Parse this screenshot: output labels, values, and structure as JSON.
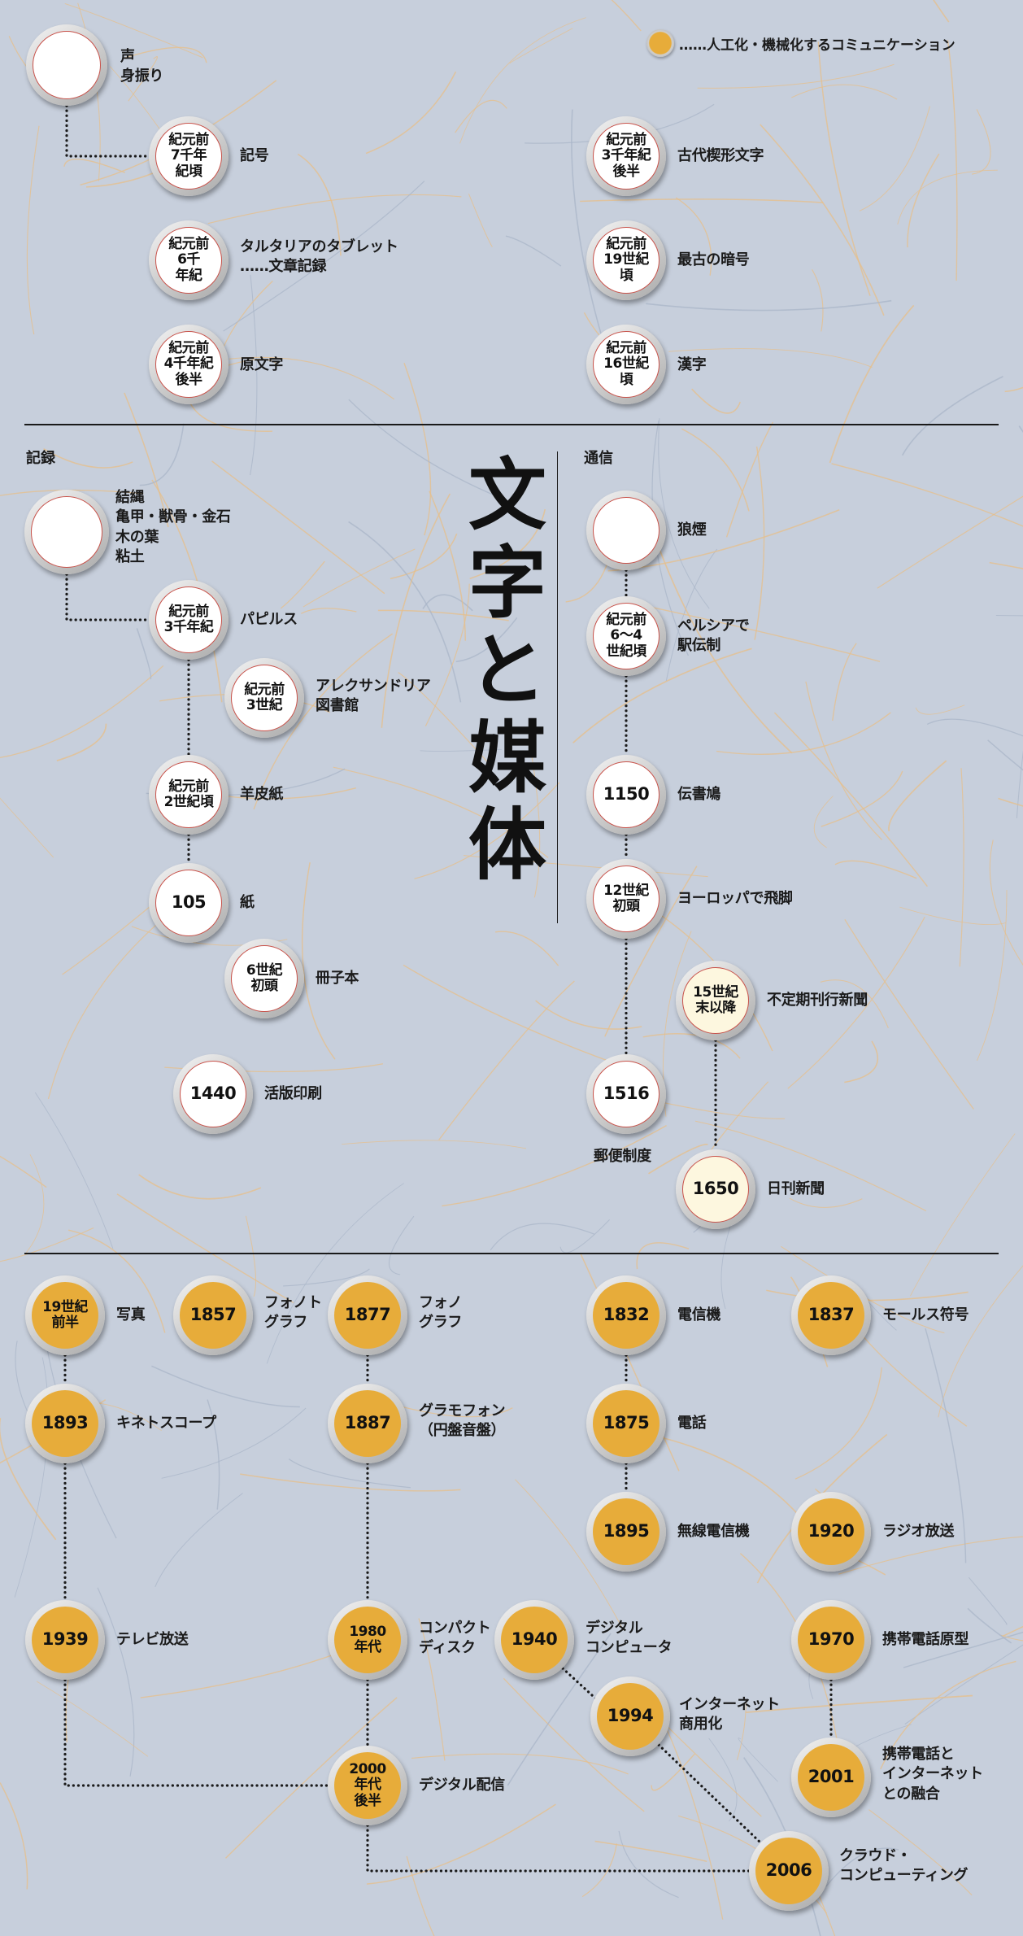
{
  "title": "文字と媒体",
  "legend": {
    "text": "……人工化・機械化するコミュニケーション",
    "color": "#e7ac3a"
  },
  "sections": {
    "record": "記録",
    "communication": "通信"
  },
  "colors": {
    "background": "#c7cfdc",
    "accent": "#e7ac3a",
    "node_white": "#ffffff",
    "node_cream": "#fdf7df",
    "ring_outline": "#c8524a"
  },
  "nodes": [
    {
      "id": "voice",
      "text": "",
      "label": "声\n身振り",
      "style": "white"
    },
    {
      "id": "kigou",
      "text": "紀元前\n7千年\n紀頃",
      "label": "記号",
      "style": "white"
    },
    {
      "id": "tartaria",
      "text": "紀元前\n6千\n年紀",
      "label": "タルタリアのタブレット\n……文章記録",
      "style": "white"
    },
    {
      "id": "genmoji",
      "text": "紀元前\n4千年紀\n後半",
      "label": "原文字",
      "style": "white"
    },
    {
      "id": "cuneiform",
      "text": "紀元前\n3千年紀\n後半",
      "label": "古代楔形文字",
      "style": "white"
    },
    {
      "id": "cipher",
      "text": "紀元前\n19世紀\n頃",
      "label": "最古の暗号",
      "style": "white"
    },
    {
      "id": "kanji",
      "text": "紀元前\n16世紀\n頃",
      "label": "漢字",
      "style": "white"
    },
    {
      "id": "knots",
      "text": "",
      "label": "結縄\n亀甲・獣骨・金石\n木の葉\n粘土",
      "style": "white"
    },
    {
      "id": "papyrus",
      "text": "紀元前\n3千年紀",
      "label": "パピルス",
      "style": "white"
    },
    {
      "id": "alexandria",
      "text": "紀元前\n3世紀",
      "label": "アレクサンドリア\n図書館",
      "style": "white"
    },
    {
      "id": "parchment",
      "text": "紀元前\n2世紀頃",
      "label": "羊皮紙",
      "style": "white"
    },
    {
      "id": "paper",
      "text": "105",
      "label": "紙",
      "style": "white"
    },
    {
      "id": "codex",
      "text": "6世紀\n初頭",
      "label": "冊子本",
      "style": "white"
    },
    {
      "id": "printing",
      "text": "1440",
      "label": "活版印刷",
      "style": "white"
    },
    {
      "id": "smoke",
      "text": "",
      "label": "狼煙",
      "style": "white"
    },
    {
      "id": "persia",
      "text": "紀元前\n6～4\n世紀頃",
      "label": "ペルシアで\n駅伝制",
      "style": "white"
    },
    {
      "id": "pigeon",
      "text": "1150",
      "label": "伝書鳩",
      "style": "white"
    },
    {
      "id": "courier",
      "text": "12世紀\n初頭",
      "label": "ヨーロッパで飛脚",
      "style": "white"
    },
    {
      "id": "irregular_news",
      "text": "15世紀\n末以降",
      "label": "不定期刊行新聞",
      "style": "cream"
    },
    {
      "id": "postal",
      "text": "1516",
      "label": "郵便制度",
      "style": "white"
    },
    {
      "id": "daily_news",
      "text": "1650",
      "label": "日刊新聞",
      "style": "cream"
    },
    {
      "id": "photo",
      "text": "19世紀\n前半",
      "label": "写真",
      "style": "gold"
    },
    {
      "id": "phonautograph",
      "text": "1857",
      "label": "フォノト\nグラフ",
      "style": "gold"
    },
    {
      "id": "phonograph",
      "text": "1877",
      "label": "フォノ\nグラフ",
      "style": "gold"
    },
    {
      "id": "telegraph",
      "text": "1832",
      "label": "電信機",
      "style": "gold"
    },
    {
      "id": "morse",
      "text": "1837",
      "label": "モールス符号",
      "style": "gold"
    },
    {
      "id": "kinetoscope",
      "text": "1893",
      "label": "キネトスコープ",
      "style": "gold"
    },
    {
      "id": "gramophone",
      "text": "1887",
      "label": "グラモフォン\n（円盤音盤）",
      "style": "gold"
    },
    {
      "id": "telephone",
      "text": "1875",
      "label": "電話",
      "style": "gold"
    },
    {
      "id": "wireless",
      "text": "1895",
      "label": "無線電信機",
      "style": "gold"
    },
    {
      "id": "radio",
      "text": "1920",
      "label": "ラジオ放送",
      "style": "gold"
    },
    {
      "id": "tv",
      "text": "1939",
      "label": "テレビ放送",
      "style": "gold"
    },
    {
      "id": "cd",
      "text": "1980\n年代",
      "label": "コンパクト\nディスク",
      "style": "gold"
    },
    {
      "id": "computer",
      "text": "1940",
      "label": "デジタル\nコンピュータ",
      "style": "gold"
    },
    {
      "id": "mobile",
      "text": "1970",
      "label": "携帯電話原型",
      "style": "gold"
    },
    {
      "id": "internet",
      "text": "1994",
      "label": "インターネット\n商用化",
      "style": "gold"
    },
    {
      "id": "mobile_net",
      "text": "2001",
      "label": "携帯電話と\nインターネット\nとの融合",
      "style": "gold"
    },
    {
      "id": "digital_dist",
      "text": "2000\n年代\n後半",
      "label": "デジタル配信",
      "style": "gold"
    },
    {
      "id": "cloud",
      "text": "2006",
      "label": "クラウド・\nコンピューティング",
      "style": "gold"
    }
  ]
}
